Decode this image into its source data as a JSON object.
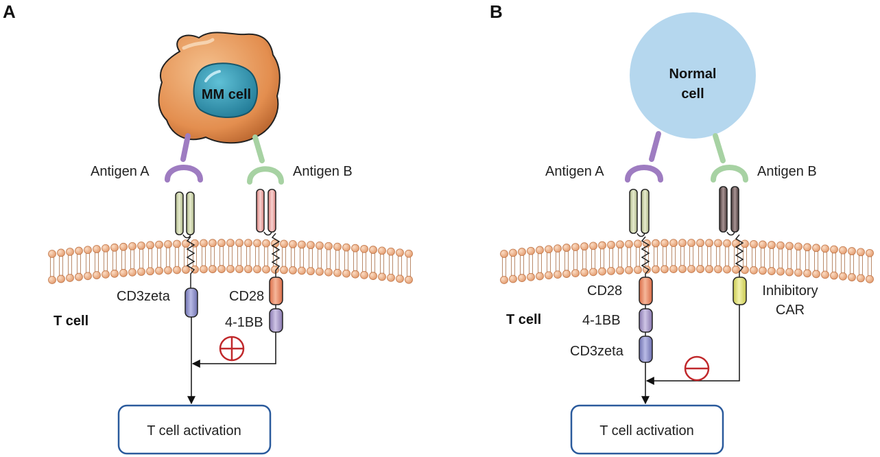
{
  "panels": {
    "a": {
      "letter": "A",
      "target_cell": "MM cell",
      "antigen_left": "Antigen A",
      "antigen_right": "Antigen B",
      "domain_left": "CD3zeta",
      "domain_right_1": "CD28",
      "domain_right_2": "4-1BB",
      "cell_label": "T cell",
      "signal_symbol": "⊕",
      "outcome": "T cell activation"
    },
    "b": {
      "letter": "B",
      "target_cell": "Normal cell",
      "antigen_left": "Antigen A",
      "antigen_right": "Antigen B",
      "domain_left_1": "CD28",
      "domain_left_2": "4-1BB",
      "domain_left_3": "CD3zeta",
      "domain_right": "Inhibitory CAR",
      "cell_label": "T cell",
      "signal_symbol": "⊖",
      "outcome": "T cell activation"
    }
  },
  "colors": {
    "antigen_a": "#9e7cc1",
    "antigen_b": "#a7d2a3",
    "car_a_tm": "#c9d1a5",
    "car_b_tm_panel_a": "#eaa3a1",
    "car_b_tm_panel_b": "#6b5a5a",
    "cd3zeta": "#8d8fc4",
    "cd28": "#e98a64",
    "bb41": "#a595c6",
    "inhibitory": "#e2e27a",
    "membrane_bead": "#f0b189",
    "mm_cell": "#e8975c",
    "mm_nucleus": "#2f97b0",
    "normal_cell": "#b5d7ee",
    "signal_red": "#c0282b",
    "box_border": "#2a5a9c"
  }
}
